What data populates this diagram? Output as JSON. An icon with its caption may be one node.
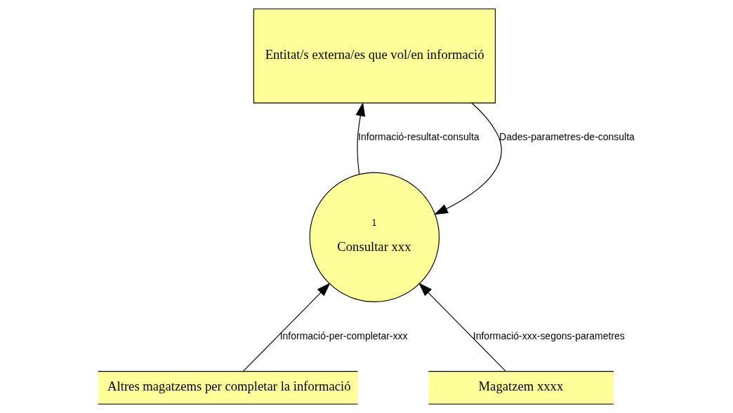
{
  "diagram": {
    "nodes": [
      {
        "text": [
          "Entitat/s externa/es que vol/en informació"
        ]
      },
      {
        "text": [
          "1",
          "Consultar xxx"
        ]
      },
      {
        "text": [
          "Altres magatzems per completar la informació"
        ]
      },
      {
        "text": [
          "Magatzem xxxx"
        ]
      }
    ],
    "edges": [
      {
        "from": 0,
        "to": 1,
        "arrow": "to",
        "label": "Dades-parametres-de-consulta"
      },
      {
        "from": 1,
        "to": 0,
        "arrow": "to",
        "label": "Informació-resultat-consulta"
      },
      {
        "from": 2,
        "to": 1,
        "arrow": "to",
        "label": "Informació-per-completar-xxx"
      },
      {
        "from": 3,
        "to": 1,
        "arrow": "to",
        "label": "Informació-xxx-segons-parametres"
      }
    ]
  }
}
